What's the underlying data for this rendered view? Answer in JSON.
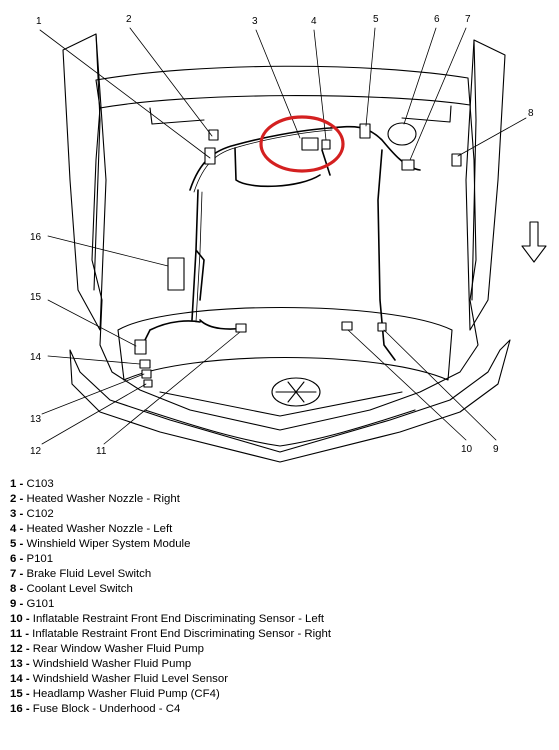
{
  "callouts": [
    "1",
    "2",
    "3",
    "4",
    "5",
    "6",
    "7",
    "8",
    "9",
    "10",
    "11",
    "12",
    "13",
    "14",
    "15",
    "16"
  ],
  "legend": [
    {
      "num": "1",
      "sep": " - ",
      "label": "C103"
    },
    {
      "num": "2",
      "sep": " - ",
      "label": "Heated Washer Nozzle - Right"
    },
    {
      "num": "3",
      "sep": " - ",
      "label": "C102"
    },
    {
      "num": "4",
      "sep": " - ",
      "label": "Heated Washer Nozzle - Left"
    },
    {
      "num": "5",
      "sep": " - ",
      "label": "Winshield Wiper System Module"
    },
    {
      "num": "6",
      "sep": " - ",
      "label": "P101"
    },
    {
      "num": "7",
      "sep": " - ",
      "label": "Brake Fluid Level Switch"
    },
    {
      "num": "8",
      "sep": " - ",
      "label": "Coolant Level Switch"
    },
    {
      "num": "9",
      "sep": " - ",
      "label": "G101"
    },
    {
      "num": "10",
      "sep": " - ",
      "label": "Inflatable Restraint Front End Discriminating Sensor - Left"
    },
    {
      "num": "11",
      "sep": " - ",
      "label": "Inflatable Restraint Front End Discriminating Sensor - Right"
    },
    {
      "num": "12",
      "sep": " - ",
      "label": "Rear Window Washer Fluid Pump"
    },
    {
      "num": "13",
      "sep": " - ",
      "label": "Windshield Washer Fluid Pump"
    },
    {
      "num": "14",
      "sep": " - ",
      "label": "Windshield Washer Fluid Level Sensor"
    },
    {
      "num": "15",
      "sep": " - ",
      "label": "Headlamp Washer Fluid Pump (CF4)"
    },
    {
      "num": "16",
      "sep": " - ",
      "label": "Fuse Block - Underhood - C4"
    }
  ],
  "colors": {
    "line": "#000000",
    "highlight": "#d42020",
    "background": "#ffffff"
  },
  "icons": {
    "direction_arrow": "down-arrow-icon"
  }
}
